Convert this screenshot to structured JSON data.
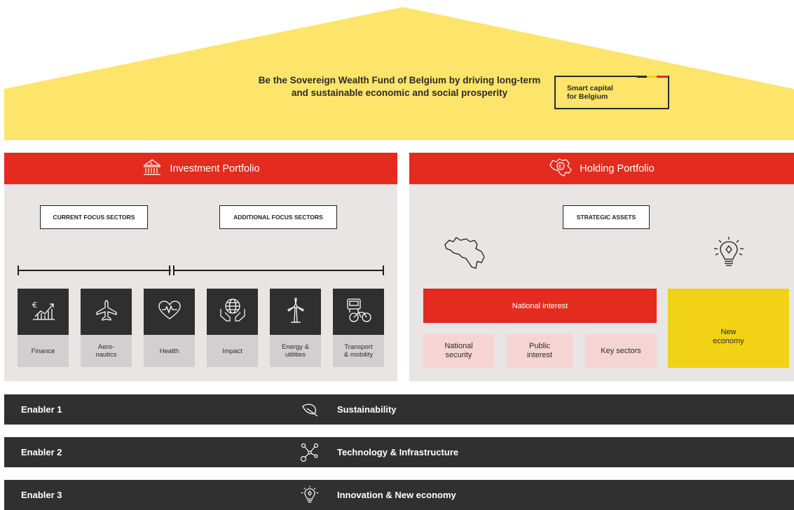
{
  "mission": {
    "text": "Be the Sovereign Wealth Fund of Belgium by driving long-term and sustainable economic and social prosperity",
    "tagline": "Smart capital\nfor Belgium"
  },
  "investment_portfolio": {
    "title": "Investment Portfolio",
    "current_label": "CURRENT FOCUS SECTORS",
    "additional_label": "ADDITIONAL FOCUS SECTORS",
    "sectors": [
      {
        "label": "Finance",
        "icon": "finance-icon"
      },
      {
        "label": "Aero-\nnautics",
        "icon": "airplane-icon"
      },
      {
        "label": "Health",
        "icon": "heart-icon"
      },
      {
        "label": "Impact",
        "icon": "globe-hands-icon"
      },
      {
        "label": "Energy &\nutilities",
        "icon": "wind-turbine-icon"
      },
      {
        "label": "Transport\n& mobility",
        "icon": "bike-icon"
      }
    ]
  },
  "holding_portfolio": {
    "title": "Holding Portfolio",
    "strategic_label": "STRATEGIC ASSETS",
    "national_interest": "National interest",
    "sub_items": [
      "National\nsecurity",
      "Public\ninterest",
      "Key sectors"
    ],
    "new_economy": "New\neconomy"
  },
  "enablers": [
    {
      "label": "Enabler 1",
      "title": "Sustainability",
      "icon": "leaf-icon"
    },
    {
      "label": "Enabler 2",
      "title": "Technology & Infrastructure",
      "icon": "network-icon"
    },
    {
      "label": "Enabler 3",
      "title": "Innovation & New economy",
      "icon": "lightbulb-icon"
    }
  ],
  "colors": {
    "roof": "#fde46a",
    "red": "#e32b1f",
    "panel": "#e8e5e4",
    "dark": "#303030",
    "yellow": "#f2d214",
    "pink": "#f6d4d4"
  }
}
